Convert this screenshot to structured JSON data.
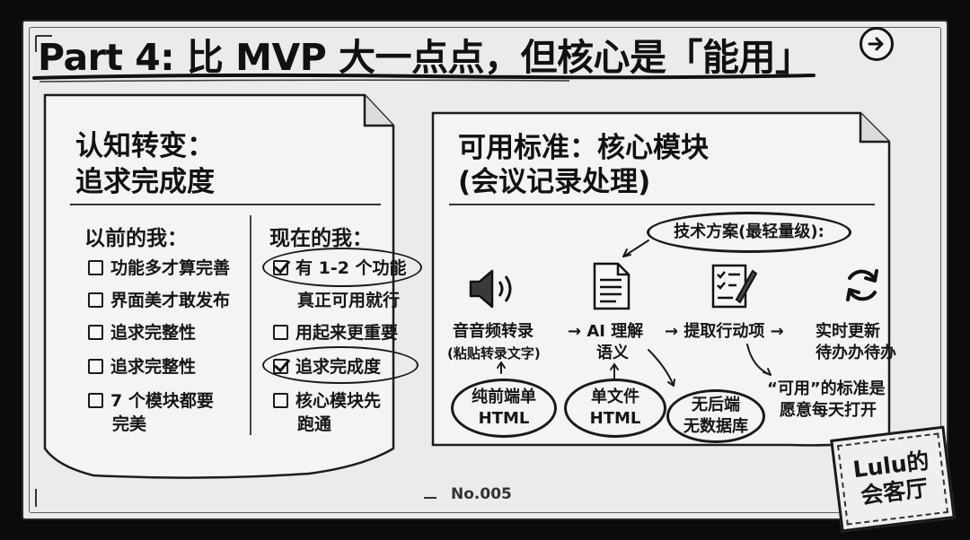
{
  "slide": {
    "title": "Part 4: 比 MVP 大一点点，但核心是「能用」",
    "number": "No.005"
  },
  "left_panel": {
    "title_line1": "认知转变：",
    "title_line2": "追求完成度",
    "before": {
      "heading": "以前的我：",
      "items": [
        {
          "text": "功能多才算完善",
          "checked": false
        },
        {
          "text": "界面美才敢发布",
          "checked": false
        },
        {
          "text": "追求完整性",
          "checked": false
        },
        {
          "text": "追求完整性",
          "checked": false
        },
        {
          "text": "7 个模块都要",
          "text2": "完美",
          "checked": false
        }
      ]
    },
    "after": {
      "heading": "现在的我：",
      "items": [
        {
          "text": "有 1-2 个功能",
          "text2": "真正可用就行",
          "checked": true
        },
        {
          "text": "用起来更重要",
          "checked": false
        },
        {
          "text": "追求完成度",
          "checked": true
        },
        {
          "text": "核心模块先",
          "text2": "跑通",
          "checked": false
        }
      ]
    }
  },
  "right_panel": {
    "title_line1": "可用标准：核心模块",
    "title_line2": "(会议记录处理)",
    "tech_label": "技术方案(最轻量级):",
    "flow": {
      "step1": "音音频转录",
      "step1_note": "(粘贴转录文字)",
      "step2_line1": "→ AI 理解",
      "step2_line2": "语义",
      "step3": "→ 提取行动项 →",
      "step4_line1": "实时更新",
      "step4_line2": "待办办待办"
    },
    "ovals": [
      {
        "line1": "纯前端单",
        "line2": "HTML"
      },
      {
        "line1": "单文件",
        "line2": "HTML"
      },
      {
        "line1": "无后端",
        "line2": "无数据库"
      }
    ],
    "standard_line1": "“可用”的标准是",
    "standard_line2": "愿意每天打开",
    "icons": [
      "speaker-icon",
      "document-icon",
      "checklist-icon",
      "refresh-icon"
    ]
  },
  "stamp": {
    "line1": "Lulu的",
    "line2": "会客厅"
  }
}
